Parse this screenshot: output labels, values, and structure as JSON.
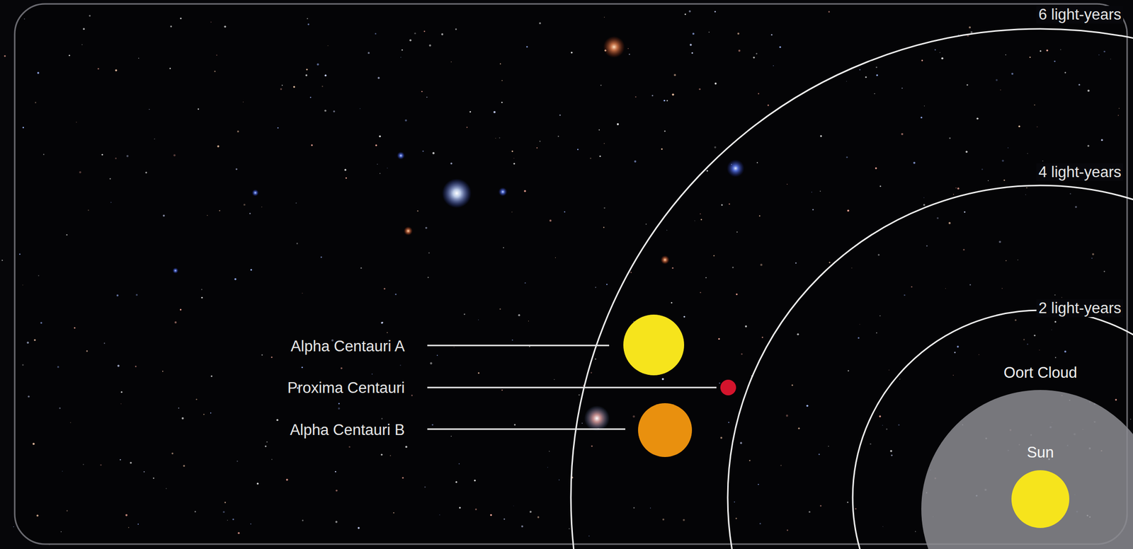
{
  "diagram": {
    "nodes": [
      {
        "text": [
          "Oort Cloud"
        ]
      },
      {
        "text": [
          "Sun"
        ],
        "in": 0
      }
    ],
    "labels": [
      "6 light-years",
      "4 light-years",
      "2 light-years",
      "Alpha Centauri A",
      "Proxima Centauri",
      "Alpha Centauri B"
    ]
  }
}
